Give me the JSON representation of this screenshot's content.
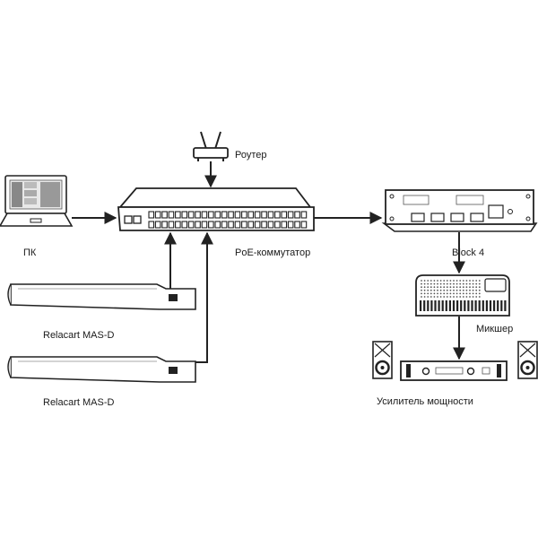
{
  "labels": {
    "router": "Роутер",
    "pc": "ПК",
    "switch": "PoE-коммутатор",
    "block4": "Block 4",
    "mas_d_1": "Relacart MAS-D",
    "mas_d_2": "Relacart MAS-D",
    "mixer": "Микшер",
    "amplifier": "Усилитель мощности"
  },
  "colors": {
    "line": "#222222",
    "fill": "#ffffff",
    "shade": "#d9d9d9"
  }
}
